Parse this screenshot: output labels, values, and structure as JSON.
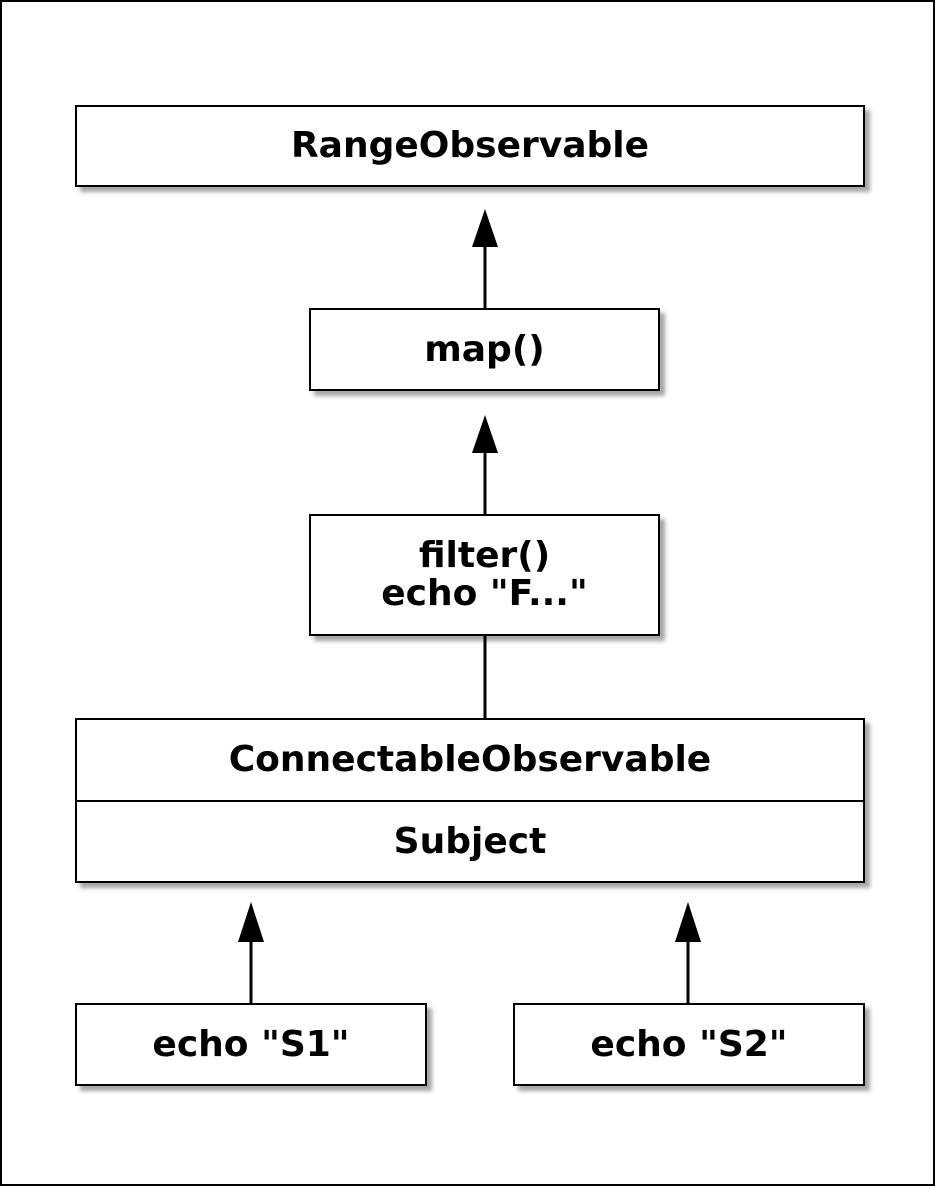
{
  "nodes": {
    "range_observable": {
      "label": "RangeObservable"
    },
    "map": {
      "label": "map()"
    },
    "filter": {
      "line1": "filter()",
      "line2": "echo \"F...\""
    },
    "connectable": {
      "label": "ConnectableObservable",
      "subject_label": "Subject"
    },
    "s1": {
      "label": "echo \"S1\""
    },
    "s2": {
      "label": "echo \"S2\""
    }
  },
  "edges": [
    {
      "from": "map",
      "to": "range_observable",
      "arrow": true
    },
    {
      "from": "filter",
      "to": "map",
      "arrow": true
    },
    {
      "from": "connectable",
      "to": "filter",
      "arrow": false
    },
    {
      "from": "s1",
      "to": "connectable",
      "arrow": true
    },
    {
      "from": "s2",
      "to": "connectable",
      "arrow": true
    }
  ],
  "colors": {
    "stroke": "#000000",
    "fill": "#ffffff",
    "text": "#000000"
  }
}
